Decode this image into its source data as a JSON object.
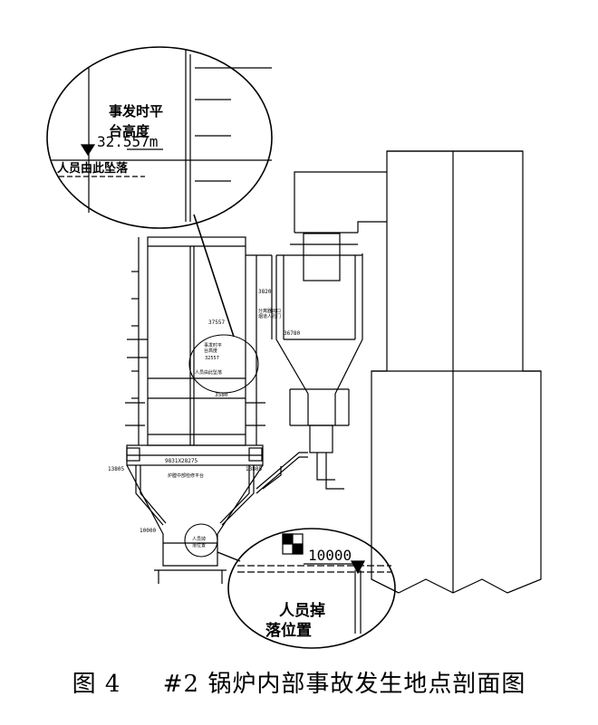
{
  "callout_top": {
    "platform_label_line1": "事发时平",
    "platform_label_line2": "台高度",
    "elevation": "32.557m",
    "fall_note": "人员由此坠落"
  },
  "callout_bottom": {
    "elevation": "10000",
    "fall_location_line1": "人员掉",
    "fall_location_line2": "落位置"
  },
  "small_labels": {
    "dim_1": "37557",
    "dim_2": "36780",
    "dim_3": "3820",
    "dim_4": "3580",
    "dim_5": "13805",
    "dim_6": "13805",
    "dim_7": "9831X28275",
    "dim_8": "10000",
    "note_1": "分离器出口",
    "note_2": "烟道人孔门",
    "note_3": "事发时平",
    "note_4": "台高度",
    "note_5": "32557",
    "note_6": "人员由此坠落",
    "note_7": "炉膛中部检修平台",
    "note_8": "人员掉",
    "note_9": "落位置"
  },
  "caption": {
    "figure_no": "图 4",
    "title": "#2 锅炉内部事故发生地点剖面图"
  }
}
